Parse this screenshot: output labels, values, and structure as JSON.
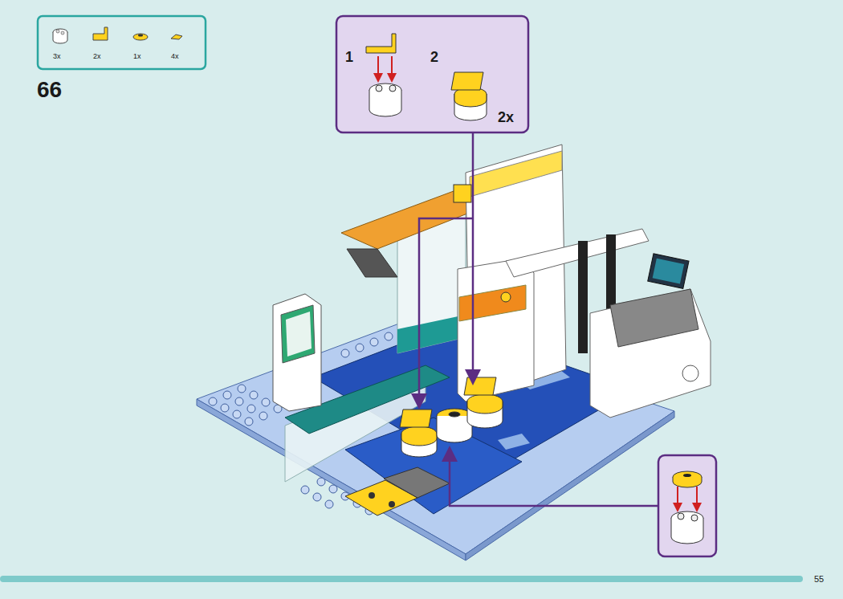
{
  "diagram": {
    "labels": [
      "3x",
      "2x",
      "1x",
      "4x",
      "66",
      "1",
      "2",
      "2x",
      "55"
    ]
  }
}
